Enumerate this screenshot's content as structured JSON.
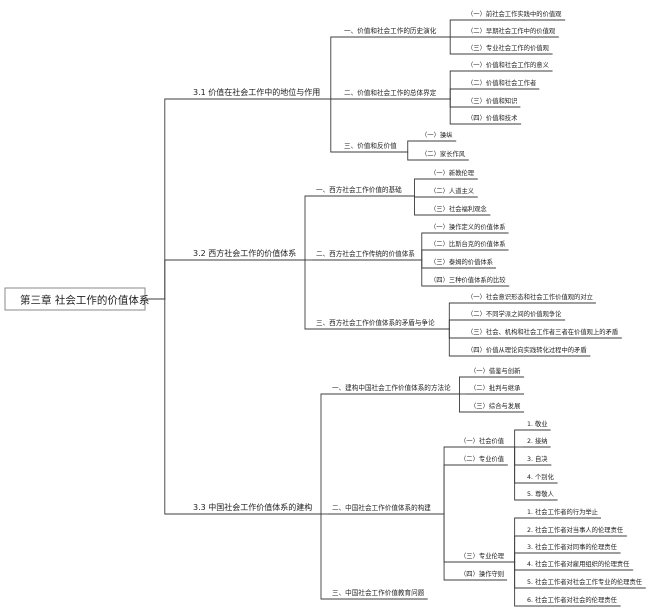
{
  "root": "第三章  社会工作的价值体系",
  "sections": [
    {
      "label": "3.1  价值在社会工作中的地位与作用",
      "children": [
        {
          "label": "一、价值和社会工作的历史演化",
          "children": [
            {
              "label": "（一）前社会工作实践中的价值观"
            },
            {
              "label": "（二）早期社会工作中的价值观"
            },
            {
              "label": "（三）专业社会工作的价值观"
            }
          ]
        },
        {
          "label": "二、价值和社会工作的总体界定",
          "children": [
            {
              "label": "（一）价值和社会工作的意义"
            },
            {
              "label": "（二）价值和社会工作者"
            },
            {
              "label": "（三）价值和知识"
            },
            {
              "label": "（四）价值和技术"
            }
          ]
        },
        {
          "label": "三、价值和反价值",
          "children": [
            {
              "label": "（一）操纵"
            },
            {
              "label": "（二）家长作风"
            }
          ]
        }
      ]
    },
    {
      "label": "3.2  西方社会工作的价值体系",
      "children": [
        {
          "label": "一、西方社会工作价值的基础",
          "children": [
            {
              "label": "（一）新教伦理"
            },
            {
              "label": "（二）人道主义"
            },
            {
              "label": "（三）社会福利观念"
            }
          ]
        },
        {
          "label": "二、西方社会工作传统的价值体系",
          "children": [
            {
              "label": "（一）操作定义的价值体系"
            },
            {
              "label": "（二）比斯台克的价值体系"
            },
            {
              "label": "（三）泰姆的价值体系"
            },
            {
              "label": "（四）三种价值体系的比较"
            }
          ]
        },
        {
          "label": "三、西方社会工作价值体系的矛盾与争论",
          "children": [
            {
              "label": "（一）社会意识形态和社会工作价值观的对立"
            },
            {
              "label": "（二）不同学派之间的价值观争论"
            },
            {
              "label": "（三）社会、机构和社会工作者三者在价值观上的矛盾"
            },
            {
              "label": "（四）价值从理论向实践转化过程中的矛盾"
            }
          ]
        }
      ]
    },
    {
      "label": "3.3  中国社会工作价值体系的建构",
      "children": [
        {
          "label": "一、建构中国社会工作价值体系的方法论",
          "children": [
            {
              "label": "（一）借鉴与创新"
            },
            {
              "label": "（二）批判与继承"
            },
            {
              "label": "（三）综合与发展"
            }
          ]
        },
        {
          "label": "二、中国社会工作价值体系的构建",
          "children": [
            {
              "label": "（一）社会价值",
              "children": [
                {
                  "label": "1. 敬业"
                },
                {
                  "label": "2. 接纳"
                },
                {
                  "label": "3. 自决"
                },
                {
                  "label": "4. 个别化"
                },
                {
                  "label": "5. 尊敬人"
                }
              ]
            },
            {
              "label": "（二）专业价值"
            },
            {
              "label": "（三）专业伦理",
              "children": [
                {
                  "label": "1. 社会工作者的行为举止"
                },
                {
                  "label": "2. 社会工作者对当事人的伦理责任"
                },
                {
                  "label": "3. 社会工作者对同事的伦理责任"
                },
                {
                  "label": "4. 社会工作者对雇用组织的伦理责任"
                },
                {
                  "label": "5. 社会工作者对社会工作专业的伦理责任"
                },
                {
                  "label": "6. 社会工作者对社会的伦理责任"
                }
              ]
            },
            {
              "label": "（四）操作守则"
            }
          ]
        },
        {
          "label": "三、中国社会工作价值教育问题"
        }
      ]
    }
  ]
}
